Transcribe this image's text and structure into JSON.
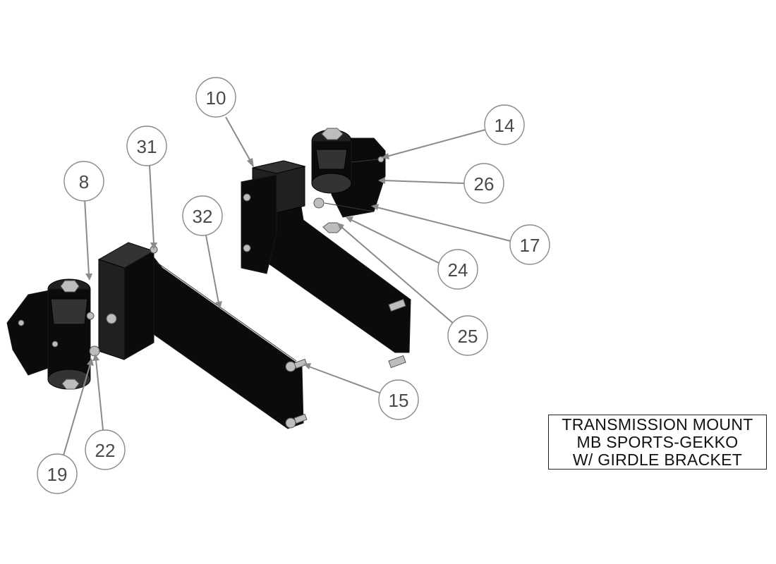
{
  "balloons": [
    {
      "id": "b10",
      "label": "10"
    },
    {
      "id": "b14",
      "label": "14"
    },
    {
      "id": "b26",
      "label": "26"
    },
    {
      "id": "b17",
      "label": "17"
    },
    {
      "id": "b24",
      "label": "24"
    },
    {
      "id": "b25",
      "label": "25"
    },
    {
      "id": "b31",
      "label": "31"
    },
    {
      "id": "b8",
      "label": "8"
    },
    {
      "id": "b32",
      "label": "32"
    },
    {
      "id": "b15",
      "label": "15"
    },
    {
      "id": "b22",
      "label": "22"
    },
    {
      "id": "b19",
      "label": "19"
    }
  ],
  "title_block": {
    "line1": "TRANSMISSION MOUNT",
    "line2": "MB SPORTS-GEKKO",
    "line3": "W/ GIRDLE BRACKET"
  }
}
